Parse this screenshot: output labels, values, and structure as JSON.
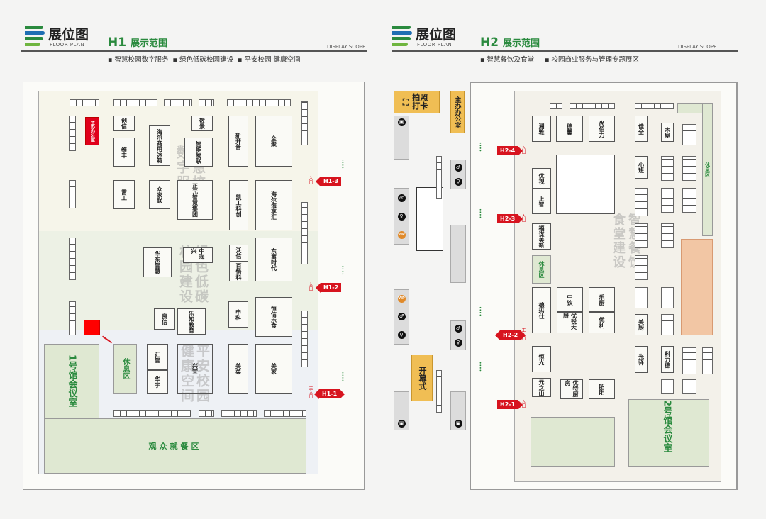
{
  "left": {
    "header": {
      "title": "展位图",
      "subtitle": "FLOOR PLAN",
      "hall": "H1",
      "scope": "展示范围",
      "display_scope": "DISPLAY SCOPE",
      "bullets": [
        "智慧校园数字服务",
        "绿色低碳校园建设",
        "平安校园 健康空间"
      ]
    },
    "booths": [
      "主办办公室",
      "创信",
      "维丰",
      "海尔商用冰箱",
      "数景",
      "智能物联",
      "新开普",
      "全聚",
      "雷工",
      "众家联",
      "正元智慧集团",
      "凯工科创",
      "海尔海享汇",
      "东篱时代",
      "沃信",
      "百悟科",
      "中海兴",
      "华东智慧",
      "申科",
      "恒信乐食",
      "良信",
      "乐知教育",
      "汇智",
      "华宇",
      "兴宜",
      "美菜",
      "美家"
    ],
    "areas": {
      "rest": "休息区",
      "meeting": "1号馆会议室",
      "dining": "观众就餐区"
    },
    "watermarks": [
      "智慧校园",
      "数字服务",
      "绿色低碳",
      "校园建设",
      "平安校园",
      "健康空间"
    ],
    "entrances": [
      {
        "label": "H1-3",
        "mark": "入口"
      },
      {
        "label": "H1-2",
        "mark": "入口"
      },
      {
        "label": "H1-1",
        "mark": "主入口"
      }
    ]
  },
  "right": {
    "header": {
      "title": "展位图",
      "subtitle": "FLOOR PLAN",
      "hall": "H2",
      "scope": "展示范围",
      "display_scope": "DISPLAY SCOPE",
      "bullets": [
        "智慧餐饮及食堂",
        "校园商业服务与管理专题展区"
      ]
    },
    "corridor": {
      "photo": "拍照打卡",
      "office": "主办办公室",
      "opening": "开幕式",
      "vip": "VIP"
    },
    "booths": [
      "湘雅",
      "德馨",
      "尚佰力",
      "佳全",
      "木屋",
      "优视",
      "上智",
      "小班",
      "福谋美新",
      "德玛仕",
      "中饮",
      "优锐天厨",
      "乐厨",
      "优利",
      "恒光",
      "元之山",
      "优特厨房",
      "昭阳",
      "光驿",
      "科力德",
      "美厨"
    ],
    "areas": {
      "rest": "休息区",
      "rest2": "休息区",
      "meeting": "2号馆会议室"
    },
    "watermarks": [
      "智慧餐饮",
      "食堂建设"
    ],
    "entrances": [
      {
        "label": "H2-4",
        "mark": "入口"
      },
      {
        "label": "H2-3",
        "mark": "入口"
      },
      {
        "label": "H2-2",
        "mark": "主入口"
      },
      {
        "label": "H2-1",
        "mark": "入口"
      }
    ]
  },
  "colors": {
    "brand_green": "#2a8a3e",
    "entrance_red": "#d7141f",
    "office_red": "#e0001b",
    "service_yellow": "#f0be54"
  }
}
